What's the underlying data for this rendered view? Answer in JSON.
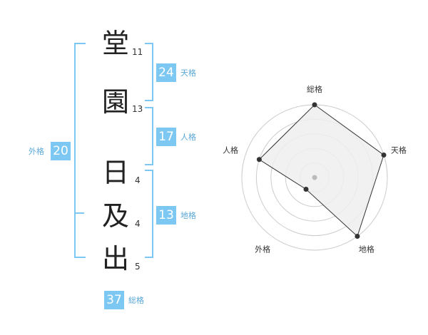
{
  "name": {
    "characters": [
      {
        "char": "堂",
        "strokes": "11"
      },
      {
        "char": "園",
        "strokes": "13"
      },
      {
        "char": "日",
        "strokes": "4"
      },
      {
        "char": "及",
        "strokes": "4"
      },
      {
        "char": "出",
        "strokes": "5"
      }
    ]
  },
  "fortune": {
    "tenkaku": {
      "value": "24",
      "label": "天格"
    },
    "jinkaku": {
      "value": "17",
      "label": "人格"
    },
    "chikaku": {
      "value": "13",
      "label": "地格"
    },
    "gaikaku": {
      "value": "20",
      "label": "外格"
    },
    "soukaku": {
      "value": "37",
      "label": "総格"
    }
  },
  "radar": {
    "axes": [
      "総格",
      "天格",
      "地格",
      "外格",
      "人格"
    ],
    "values": [
      5,
      5,
      5,
      1,
      4
    ],
    "max": 5,
    "colors": {
      "fill": "#efefef",
      "line": "#333333",
      "ring": "#cccccc",
      "point": "#333333",
      "center": "#bbbbbb"
    }
  }
}
